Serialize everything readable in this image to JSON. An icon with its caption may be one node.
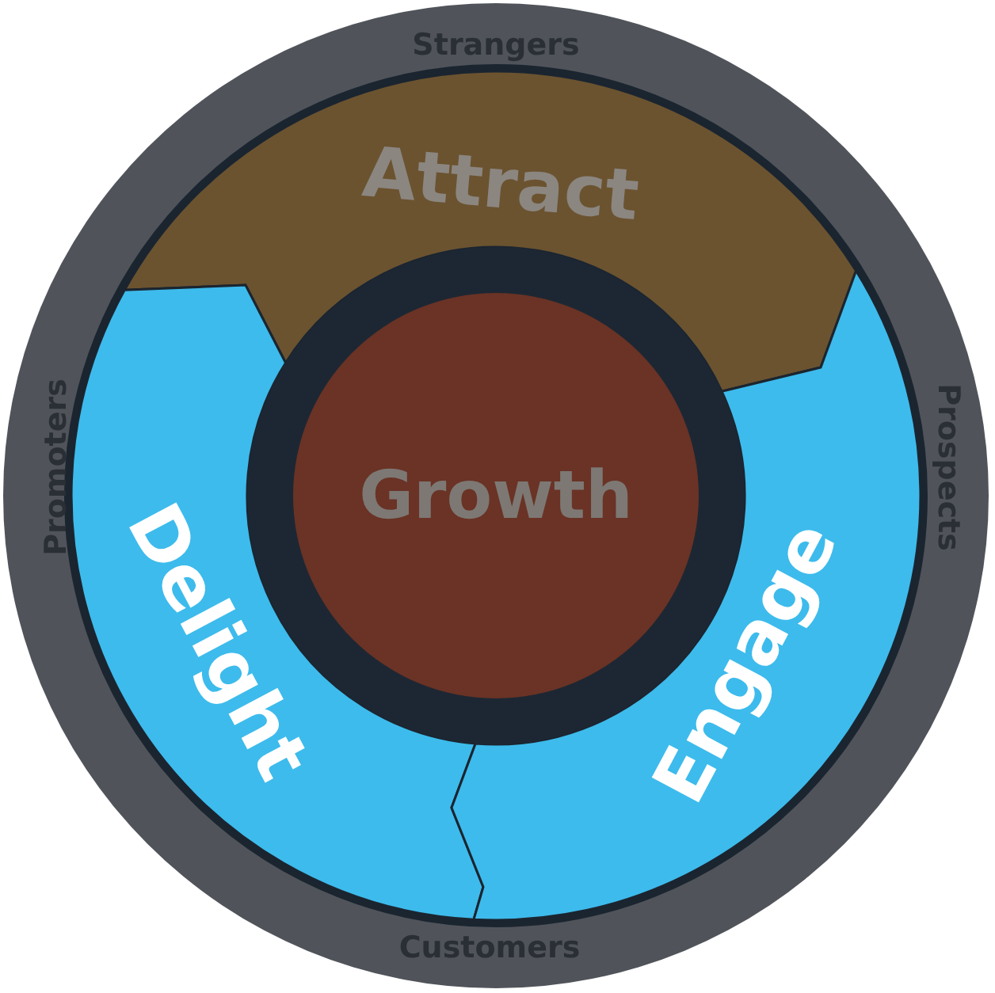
{
  "diagram": {
    "nodes": [
      {
        "text": [
          "Strangers",
          "Promoters",
          "Prospects",
          "Customers"
        ]
      },
      {
        "text": [
          "Attract"
        ],
        "in": 0
      },
      {
        "text": [
          "Delight"
        ],
        "in": 0
      },
      {
        "text": [
          "Growth"
        ],
        "in": 0
      },
      {
        "text": [
          "Engage"
        ],
        "in": 0
      }
    ]
  }
}
